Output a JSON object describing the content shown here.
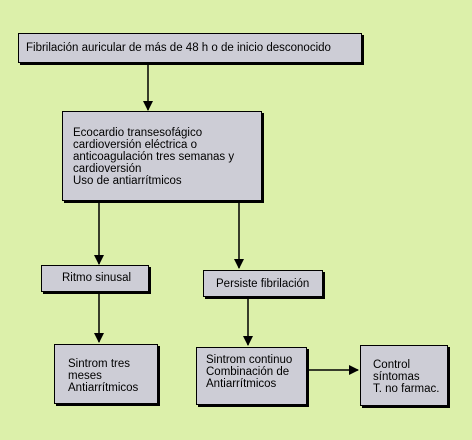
{
  "diagram": {
    "colors": {
      "background": "#dcf0aa",
      "box_fill": "#cdcdd6",
      "stroke": "#000000"
    },
    "nodes": {
      "start": {
        "text": "Fibrilación auricular de más de 48 h o de inicio desconocido"
      },
      "evaluation": {
        "lines": [
          "Ecocardio transesofágico",
          "cardioversión eléctrica o",
          "anticoagulación tres semanas y",
          "cardioversión",
          "Uso de antiarrítmicos"
        ]
      },
      "sinus_rhythm": {
        "text": "Ritmo sinusal"
      },
      "persistent_fibrillation": {
        "text": "Persiste fibrilación"
      },
      "sinus_treatment": {
        "lines": [
          "Sintrom tres",
          "meses",
          "Antiarrítmicos"
        ]
      },
      "persistent_treatment": {
        "lines": [
          "Sintrom continuo",
          "Combinación de",
          "Antiarrítmicos"
        ]
      },
      "control": {
        "lines": [
          "Control",
          "síntomas",
          "T. no farmac."
        ]
      }
    },
    "edges": [
      {
        "from": "start",
        "to": "evaluation"
      },
      {
        "from": "evaluation",
        "to": "sinus_rhythm"
      },
      {
        "from": "evaluation",
        "to": "persistent_fibrillation"
      },
      {
        "from": "sinus_rhythm",
        "to": "sinus_treatment"
      },
      {
        "from": "persistent_fibrillation",
        "to": "persistent_treatment"
      },
      {
        "from": "persistent_treatment",
        "to": "control"
      }
    ]
  }
}
